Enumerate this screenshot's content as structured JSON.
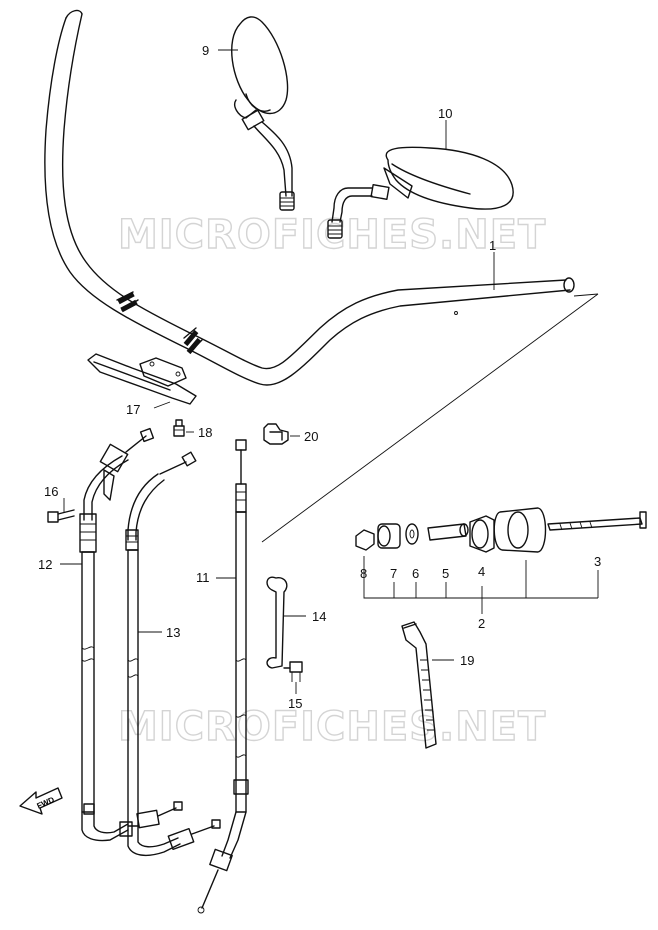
{
  "watermark": "MICROFICHES.NET",
  "fwd_label": "FWD",
  "callouts": [
    {
      "id": "p1",
      "label": "1"
    },
    {
      "id": "p2",
      "label": "2"
    },
    {
      "id": "p3",
      "label": "3"
    },
    {
      "id": "p4",
      "label": "4"
    },
    {
      "id": "p5",
      "label": "5"
    },
    {
      "id": "p6",
      "label": "6"
    },
    {
      "id": "p7",
      "label": "7"
    },
    {
      "id": "p8",
      "label": "8"
    },
    {
      "id": "p9",
      "label": "9"
    },
    {
      "id": "p10",
      "label": "10"
    },
    {
      "id": "p11",
      "label": "11"
    },
    {
      "id": "p12",
      "label": "12"
    },
    {
      "id": "p13",
      "label": "13"
    },
    {
      "id": "p14",
      "label": "14"
    },
    {
      "id": "p15",
      "label": "15"
    },
    {
      "id": "p16",
      "label": "16"
    },
    {
      "id": "p17",
      "label": "17"
    },
    {
      "id": "p18",
      "label": "18"
    },
    {
      "id": "p19",
      "label": "19"
    },
    {
      "id": "p20",
      "label": "20"
    }
  ]
}
